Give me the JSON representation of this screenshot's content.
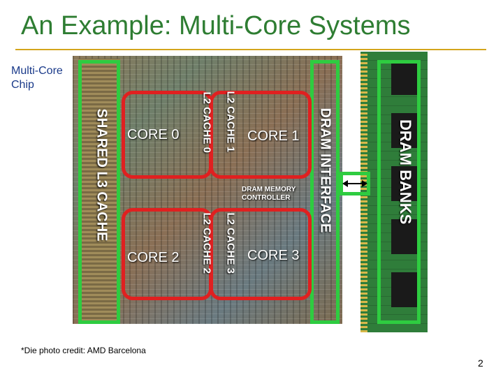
{
  "slide": {
    "title": "An Example: Multi-Core Systems",
    "chip_label": "Multi-Core Chip",
    "credit": "*Die photo credit: AMD Barcelona",
    "page_number": "2"
  },
  "die": {
    "cores": [
      "CORE 0",
      "CORE 1",
      "CORE 2",
      "CORE 3"
    ],
    "l2_caches": [
      "L2 CACHE 0",
      "L2 CACHE 1",
      "L2 CACHE 2",
      "L2 CACHE 3"
    ],
    "l3_cache": "SHARED L3 CACHE",
    "dram_interface": "DRAM INTERFACE",
    "memory_controller": "DRAM MEMORY CONTROLLER"
  },
  "dimm": {
    "label": "DRAM BANKS"
  },
  "colors": {
    "title": "#2e7d32",
    "rule": "#d4a51c",
    "highlight_green": "#2ecc40",
    "highlight_red": "#e02020"
  }
}
